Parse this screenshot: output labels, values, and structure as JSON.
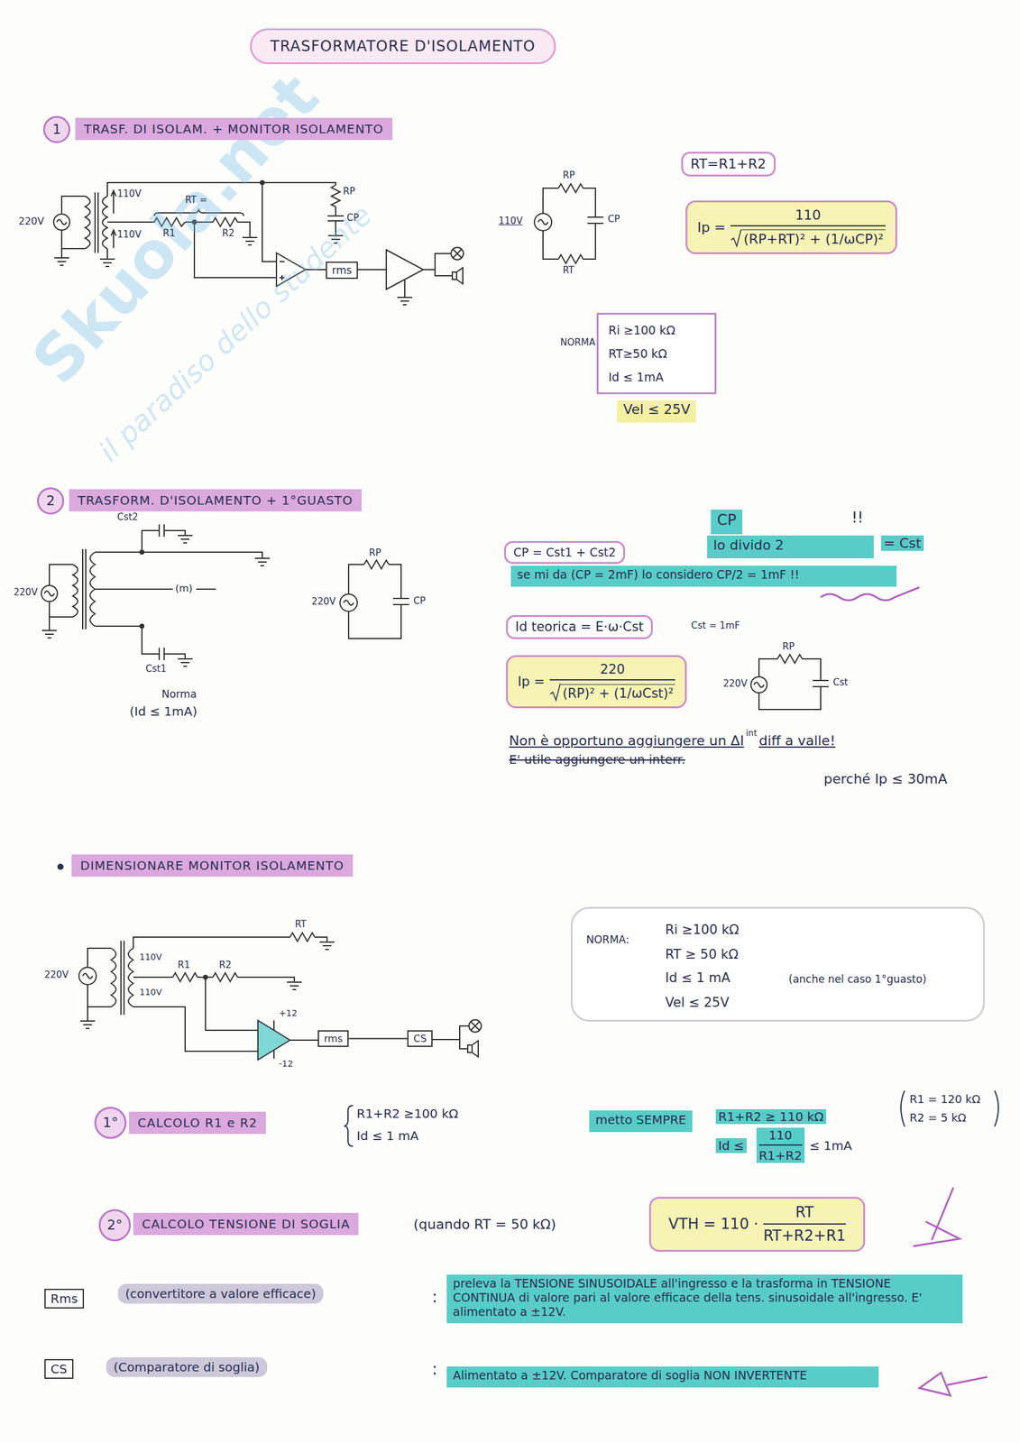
{
  "diagram": {
    "title": "TRASFORMATORE D'ISOLAMENTO",
    "nodes": [
      {
        "text": [
          "1"
        ]
      },
      {
        "text": [
          "TRASF. DI ISOLAM. + MONITOR ISOLAMENTO"
        ]
      },
      {
        "text": [
          "rms"
        ]
      },
      {
        "text": [
          "RT=R1+R2"
        ]
      },
      {
        "text": [
          "Ip =",
          "110",
          "(RP+RT)² + (1/ωCP)²"
        ]
      },
      {
        "text": [
          "NORMA",
          "Ri ≥100 kΩ",
          "RT≥50 kΩ",
          "Id ≤ 1mA"
        ]
      },
      {
        "text": [
          "Vel ≤ 25V"
        ]
      },
      {
        "text": [
          "2"
        ]
      },
      {
        "text": [
          "TRASFORM. D'ISOLAMENTO + 1°GUASTO"
        ]
      },
      {
        "text": [
          "CP"
        ]
      },
      {
        "text": [
          "lo divido 2"
        ]
      },
      {
        "text": [
          "CP = Cst1 + Cst2"
        ]
      },
      {
        "text": [
          "se mi da (CP = 2mF) lo considero CP/2 = 1mF !!"
        ]
      },
      {
        "text": [
          "Id teorica = E·ω·Cst"
        ]
      },
      {
        "text": [
          "Ip =",
          "220",
          "(RP)² + (1/ωCst)²"
        ]
      },
      {
        "text": [
          "DIMENSIONARE MONITOR ISOLAMENTO"
        ]
      },
      {
        "text": [
          "rms"
        ]
      },
      {
        "text": [
          "CS"
        ]
      },
      {
        "text": [
          "NORMA:",
          "Ri ≥100 kΩ",
          "RT ≥ 50 kΩ",
          "Id ≤ 1 mA",
          "(anche nel caso 1°guasto)",
          "Vel ≤ 25V"
        ]
      },
      {
        "text": [
          "1°"
        ]
      },
      {
        "text": [
          "CALCOLO R1 e R2"
        ]
      },
      {
        "text": [
          "metto SEMPRE"
        ]
      },
      {
        "text": [
          "R1+R2 ≥ 110 kΩ",
          "Id ≤",
          "110",
          "R1+R2",
          "≤ 1mA"
        ]
      },
      {
        "text": [
          "2°"
        ]
      },
      {
        "text": [
          "CALCOLO TENSIONE DI SOGLIA"
        ]
      },
      {
        "text": [
          "VTH = 110 ·",
          "RT",
          "RT+R2+R1"
        ]
      },
      {
        "text": [
          "Rms"
        ]
      },
      {
        "text": [
          "(convertitore a valore efficace)"
        ]
      },
      {
        "text": [
          "preleva la TENSIONE SINUSOIDALE all'ingresso e la trasforma in TENSIONE CONTINUA di valore pari al valore efficace della tens. sinusoidale all'ingresso. E' alimentato a ±12V."
        ]
      },
      {
        "text": [
          "CS"
        ]
      },
      {
        "text": [
          "(Comparatore di soglia)"
        ]
      },
      {
        "text": [
          "Alimentato a ±12V. Comparatore di soglia NON INVERTENTE"
        ]
      }
    ],
    "edges": [
      {
        "from": 16,
        "to": 17,
        "arrow": "none"
      }
    ],
    "labels": [
      "220V",
      "110V",
      "110V",
      "RT =",
      "R1",
      "R2",
      "RP",
      "CP",
      "RP",
      "110V",
      "CP",
      "RT",
      "Cst2",
      "220V",
      "(m)",
      "Cst1",
      "Norma",
      "(Id ≤ 1mA)",
      "RP",
      "220V",
      "CP",
      "!!",
      "= Cst",
      "Cst = 1mF",
      "RP",
      "220V",
      "Cst",
      "Non è opportuno aggiungere un ΔI",
      "int",
      "diff a valle!",
      "E' utile aggiungere un interr.",
      "perché Ip ≤ 30mA",
      "RT",
      "220V",
      "110V",
      "R1",
      "R2",
      "110V",
      "+12",
      "-12",
      "R1+R2 ≥100 kΩ",
      "Id ≤ 1 mA",
      "R1 = 120 kΩ",
      "R2 = 5 kΩ",
      "(quando RT = 50 kΩ)",
      ":",
      ":",
      "Skuola.net",
      "il paradiso dello studente"
    ]
  }
}
